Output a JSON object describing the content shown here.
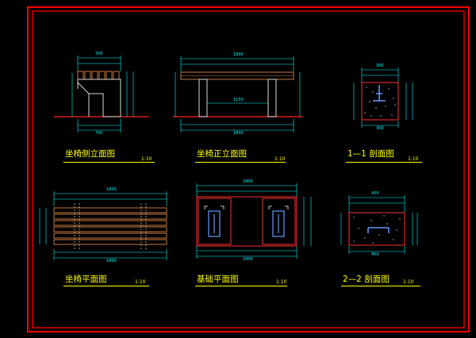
{
  "sheet": {
    "frame_color": "#ff0000",
    "line_color": "#00ff00",
    "text_color": "#ffff00",
    "dim_color": "#00ffff",
    "wood_color": "#c8783c",
    "pier_color": "#ff3030"
  },
  "views": {
    "side_elevation": {
      "title": "坐椅侧立面图",
      "scale": "1:10"
    },
    "front_elevation": {
      "title": "坐椅正立面图",
      "scale": "1:10"
    },
    "section_1": {
      "title": "1—1 剖面图",
      "scale": "1:10"
    },
    "plan": {
      "title": "坐椅平面图",
      "scale": "1:10"
    },
    "foundation_plan": {
      "title": "基础平面图",
      "scale": "1:10"
    },
    "section_2": {
      "title": "2—2 剖面图",
      "scale": "1:10"
    }
  },
  "dims": {
    "side_top": "700",
    "side_bottom": "700",
    "front_top": "1800",
    "front_mid": "1150",
    "front_bottom": "1800",
    "sec1_top": "300",
    "sec1_bottom": "300",
    "plan_top": "1800",
    "plan_bottom": "1800",
    "found_top": "1800",
    "found_bottom": "1800",
    "sec2_top": "450",
    "sec2_bottom": "450"
  }
}
